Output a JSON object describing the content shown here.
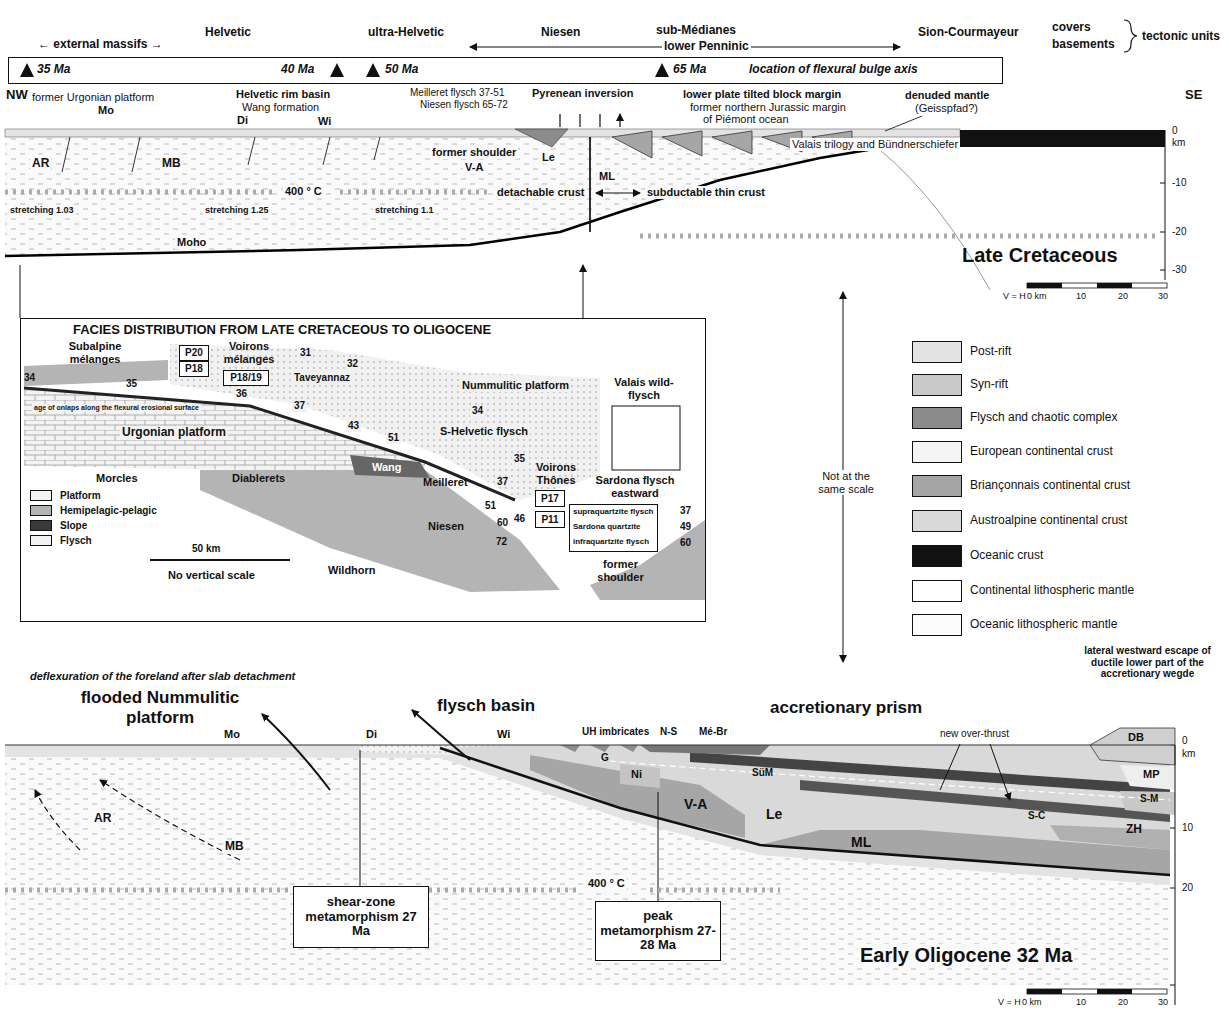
{
  "diagram": {
    "nodes": [
      {
        "text": [
          "35 Ma",
          "40 Ma",
          "50 Ma",
          "65 Ma",
          "location of flexural bulge axis"
        ]
      },
      {
        "text": [
          "FACIES DISTRIBUTION FROM LATE CRETACEOUS TO OLIGOCENE"
        ]
      },
      {
        "text": [
          "P20"
        ],
        "in": 1
      },
      {
        "text": [
          "P18"
        ],
        "in": 1
      },
      {
        "text": [
          "P18/19"
        ],
        "in": 1
      },
      {
        "text": [
          "P17"
        ],
        "in": 1
      },
      {
        "text": [
          "P11"
        ],
        "in": 1
      },
      {
        "text": [
          "supraquartzite flysch",
          "Sardona quartzite",
          "infraquartzite flysch"
        ],
        "in": 1
      },
      {
        "text": [
          "shear-zone metamorphism 27 Ma"
        ]
      },
      {
        "text": [
          "peak metamorphism 27-28 Ma"
        ]
      }
    ],
    "labels": [
      "← external massifs →",
      "Helvetic",
      "ultra-Helvetic",
      "Niesen",
      "sub-Médianes",
      "lower Penninic",
      "Sion-Courmayeur",
      "covers",
      "basements",
      "tectonic units",
      "NW",
      "former Urgonian platform",
      "Mo",
      "Helvetic rim basin",
      "Wang formation",
      "Di",
      "Wi",
      "Meilleret flysch 37-51",
      "Niesen flysch 65-72",
      "Pyrenean inversion",
      "lower plate tilted block margin",
      "former northern Jurassic margin",
      "of Piémont ocean",
      "denuded mantle",
      "(Geisspfad?)",
      "SE",
      "AR",
      "MB",
      "former shoulder",
      "V-A",
      "Le",
      "ML",
      "Valais trilogy and Bündnerschiefer",
      "0",
      "km",
      "400 ° C",
      "detachable crust",
      "subductable thin crust",
      "-10",
      "stretching 1.03",
      "stretching 1.25",
      "stretching 1.1",
      "-20",
      "Moho",
      "Late Cretaceous",
      "-30",
      "V = H",
      "0 km",
      "10",
      "20",
      "30",
      "Subalpine mélanges",
      "Voirons mélanges",
      "31",
      "32",
      "34",
      "Taveyannaz",
      "Nummulitic platform",
      "Valais wild-flysch",
      "35",
      "age of onlaps along the flexural erosional surface",
      "36",
      "34",
      "37",
      "S-Helvetic flysch",
      "Urgonian platform",
      "43",
      "51",
      "35",
      "Wang",
      "Voirons Thônes",
      "Morcles",
      "Diablerets",
      "Meilleret",
      "37",
      "Sardona flysch eastward",
      "51",
      "46",
      "60",
      "Niesen",
      "37",
      "49",
      "60",
      "72",
      "50 km",
      "No vertical scale",
      "Wildhorn",
      "former shoulder",
      "Not at the same scale",
      "deflexuration of the foreland after slab detachment",
      "flooded Nummulitic platform",
      "flysch basin",
      "accretionary prism",
      "lateral westward escape of ductile lower part of the accretionary wegde",
      "Mo",
      "Di",
      "Wi",
      "UH imbricates",
      "N-S",
      "Mé-Br",
      "new over-thrust",
      "DB",
      "0",
      "km",
      "G",
      "SüM",
      "Ni",
      "MP",
      "S-M",
      "AR",
      "V-A",
      "Le",
      "S-C",
      "ML",
      "ZH",
      "10",
      "MB",
      "400 ° C",
      "20",
      "Early Oligocene 32 Ma",
      "V = H",
      "0 km",
      "10",
      "20",
      "30"
    ],
    "legend": [
      {
        "text": "Post-rift",
        "color": "#e3e3e3"
      },
      {
        "text": "Syn-rift",
        "color": "#c9c9c9"
      },
      {
        "text": "Flysch and chaotic complex",
        "color": "#8c8c8c"
      },
      {
        "text": "European continental crust",
        "color": "#f5f5f5"
      },
      {
        "text": "Briançonnais continental crust",
        "color": "#a6a6a6"
      },
      {
        "text": "Austroalpine continental crust",
        "color": "#d9d9d9"
      },
      {
        "text": "Oceanic crust",
        "color": "#111111"
      },
      {
        "text": "Continental lithospheric mantle",
        "color": "#ffffff"
      },
      {
        "text": "Oceanic lithospheric mantle",
        "color": "#fcfcfc"
      },
      {
        "text": "Platform",
        "color": "#f3f3f3"
      },
      {
        "text": "Hemipelagic-pelagic",
        "color": "#b4b4b4"
      },
      {
        "text": "Slope",
        "color": "#3a3a3a"
      },
      {
        "text": "Flysch",
        "color": "#f1f1f1"
      }
    ]
  }
}
